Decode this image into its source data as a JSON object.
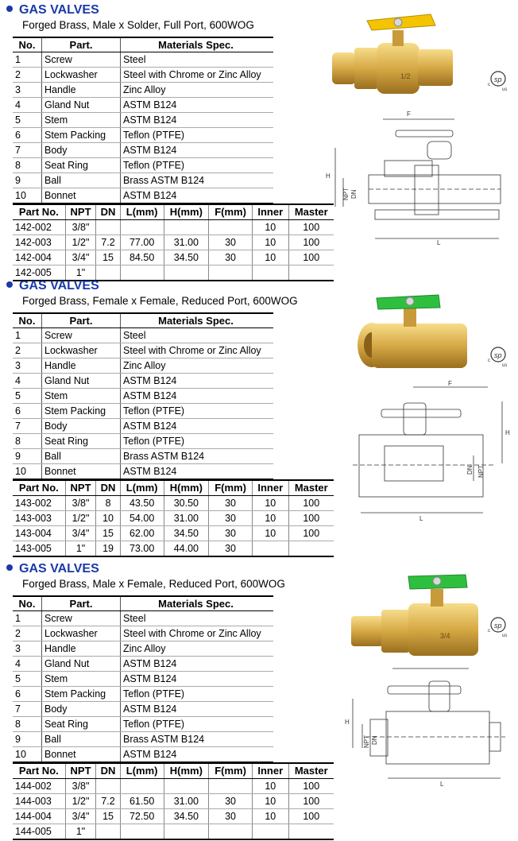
{
  "sections": [
    {
      "title": "GAS VALVES",
      "subtitle": "Forged Brass, Male x Solder, Full Port, 600WOG",
      "materials_headers": [
        "No.",
        "Part.",
        "Materials Spec."
      ],
      "materials": [
        [
          "1",
          "Screw",
          "Steel"
        ],
        [
          "2",
          "Lockwasher",
          "Steel with Chrome or Zinc Alloy"
        ],
        [
          "3",
          "Handle",
          "Zinc Alloy"
        ],
        [
          "4",
          "Gland Nut",
          "ASTM B124"
        ],
        [
          "5",
          "Stem",
          "ASTM B124"
        ],
        [
          "6",
          "Stem Packing",
          "Teflon (PTFE)"
        ],
        [
          "7",
          "Body",
          "ASTM B124"
        ],
        [
          "8",
          "Seat Ring",
          "Teflon (PTFE)"
        ],
        [
          "9",
          "Ball",
          "Brass ASTM B124"
        ],
        [
          "10",
          "Bonnet",
          "ASTM B124"
        ]
      ],
      "parts_headers": [
        "Part No.",
        "NPT",
        "DN",
        "L(mm)",
        "H(mm)",
        "F(mm)",
        "Inner",
        "Master"
      ],
      "parts": [
        [
          "142-002",
          "3/8\"",
          "",
          "",
          "",
          "",
          "10",
          "100"
        ],
        [
          "142-003",
          "1/2\"",
          "7.2",
          "77.00",
          "31.00",
          "30",
          "10",
          "100"
        ],
        [
          "142-004",
          "3/4\"",
          "15",
          "84.50",
          "34.50",
          "30",
          "10",
          "100"
        ],
        [
          "142-005",
          "1\"",
          "",
          "",
          "",
          "",
          "",
          ""
        ]
      ],
      "handle_color": "#f5c400",
      "product_text": "1/2",
      "cert_text": [
        "c",
        "us"
      ]
    },
    {
      "title": "GAS VALVES",
      "subtitle": "Forged Brass, Female x Female, Reduced Port, 600WOG",
      "materials_headers": [
        "No.",
        "Part.",
        "Materials Spec."
      ],
      "materials": [
        [
          "1",
          "Screw",
          "Steel"
        ],
        [
          "2",
          "Lockwasher",
          "Steel with Chrome or Zinc Alloy"
        ],
        [
          "3",
          "Handle",
          "Zinc Alloy"
        ],
        [
          "4",
          "Gland Nut",
          "ASTM B124"
        ],
        [
          "5",
          "Stem",
          "ASTM B124"
        ],
        [
          "6",
          "Stem Packing",
          "Teflon (PTFE)"
        ],
        [
          "7",
          "Body",
          "ASTM B124"
        ],
        [
          "8",
          "Seat Ring",
          "Teflon (PTFE)"
        ],
        [
          "9",
          "Ball",
          "Brass ASTM B124"
        ],
        [
          "10",
          "Bonnet",
          "ASTM B124"
        ]
      ],
      "parts_headers": [
        "Part No.",
        "NPT",
        "DN",
        "L(mm)",
        "H(mm)",
        "F(mm)",
        "Inner",
        "Master"
      ],
      "parts": [
        [
          "143-002",
          "3/8\"",
          "8",
          "43.50",
          "30.50",
          "30",
          "10",
          "100"
        ],
        [
          "143-003",
          "1/2\"",
          "10",
          "54.00",
          "31.00",
          "30",
          "10",
          "100"
        ],
        [
          "143-004",
          "3/4\"",
          "15",
          "62.00",
          "34.50",
          "30",
          "10",
          "100"
        ],
        [
          "143-005",
          "1\"",
          "19",
          "73.00",
          "44.00",
          "30",
          "",
          ""
        ]
      ],
      "handle_color": "#2fbf3f",
      "product_text": "",
      "cert_text": [
        "c",
        "us"
      ]
    },
    {
      "title": "GAS VALVES",
      "subtitle": "Forged Brass, Male x Female, Reduced Port, 600WOG",
      "materials_headers": [
        "No.",
        "Part.",
        "Materials Spec."
      ],
      "materials": [
        [
          "1",
          "Screw",
          "Steel"
        ],
        [
          "2",
          "Lockwasher",
          "Steel with Chrome or Zinc Alloy"
        ],
        [
          "3",
          "Handle",
          "Zinc Alloy"
        ],
        [
          "4",
          "Gland Nut",
          "ASTM B124"
        ],
        [
          "5",
          "Stem",
          "ASTM B124"
        ],
        [
          "6",
          "Stem Packing",
          "Teflon (PTFE)"
        ],
        [
          "7",
          "Body",
          "ASTM B124"
        ],
        [
          "8",
          "Seat Ring",
          "Teflon (PTFE)"
        ],
        [
          "9",
          "Ball",
          "Brass ASTM B124"
        ],
        [
          "10",
          "Bonnet",
          "ASTM B124"
        ]
      ],
      "parts_headers": [
        "Part No.",
        "NPT",
        "DN",
        "L(mm)",
        "H(mm)",
        "F(mm)",
        "Inner",
        "Master"
      ],
      "parts": [
        [
          "144-002",
          "3/8\"",
          "",
          "",
          "",
          "",
          "10",
          "100"
        ],
        [
          "144-003",
          "1/2\"",
          "7.2",
          "61.50",
          "31.00",
          "30",
          "10",
          "100"
        ],
        [
          "144-004",
          "3/4\"",
          "15",
          "72.50",
          "34.50",
          "30",
          "10",
          "100"
        ],
        [
          "144-005",
          "1\"",
          "",
          "",
          "",
          "",
          "",
          ""
        ]
      ],
      "handle_color": "#2fbf3f",
      "product_text": "3/4",
      "cert_text": [
        "c",
        "us"
      ]
    }
  ],
  "diagram_labels": {
    "F": "F",
    "H": "H",
    "L": "L",
    "NPT": "NPT",
    "DN": "DN"
  }
}
